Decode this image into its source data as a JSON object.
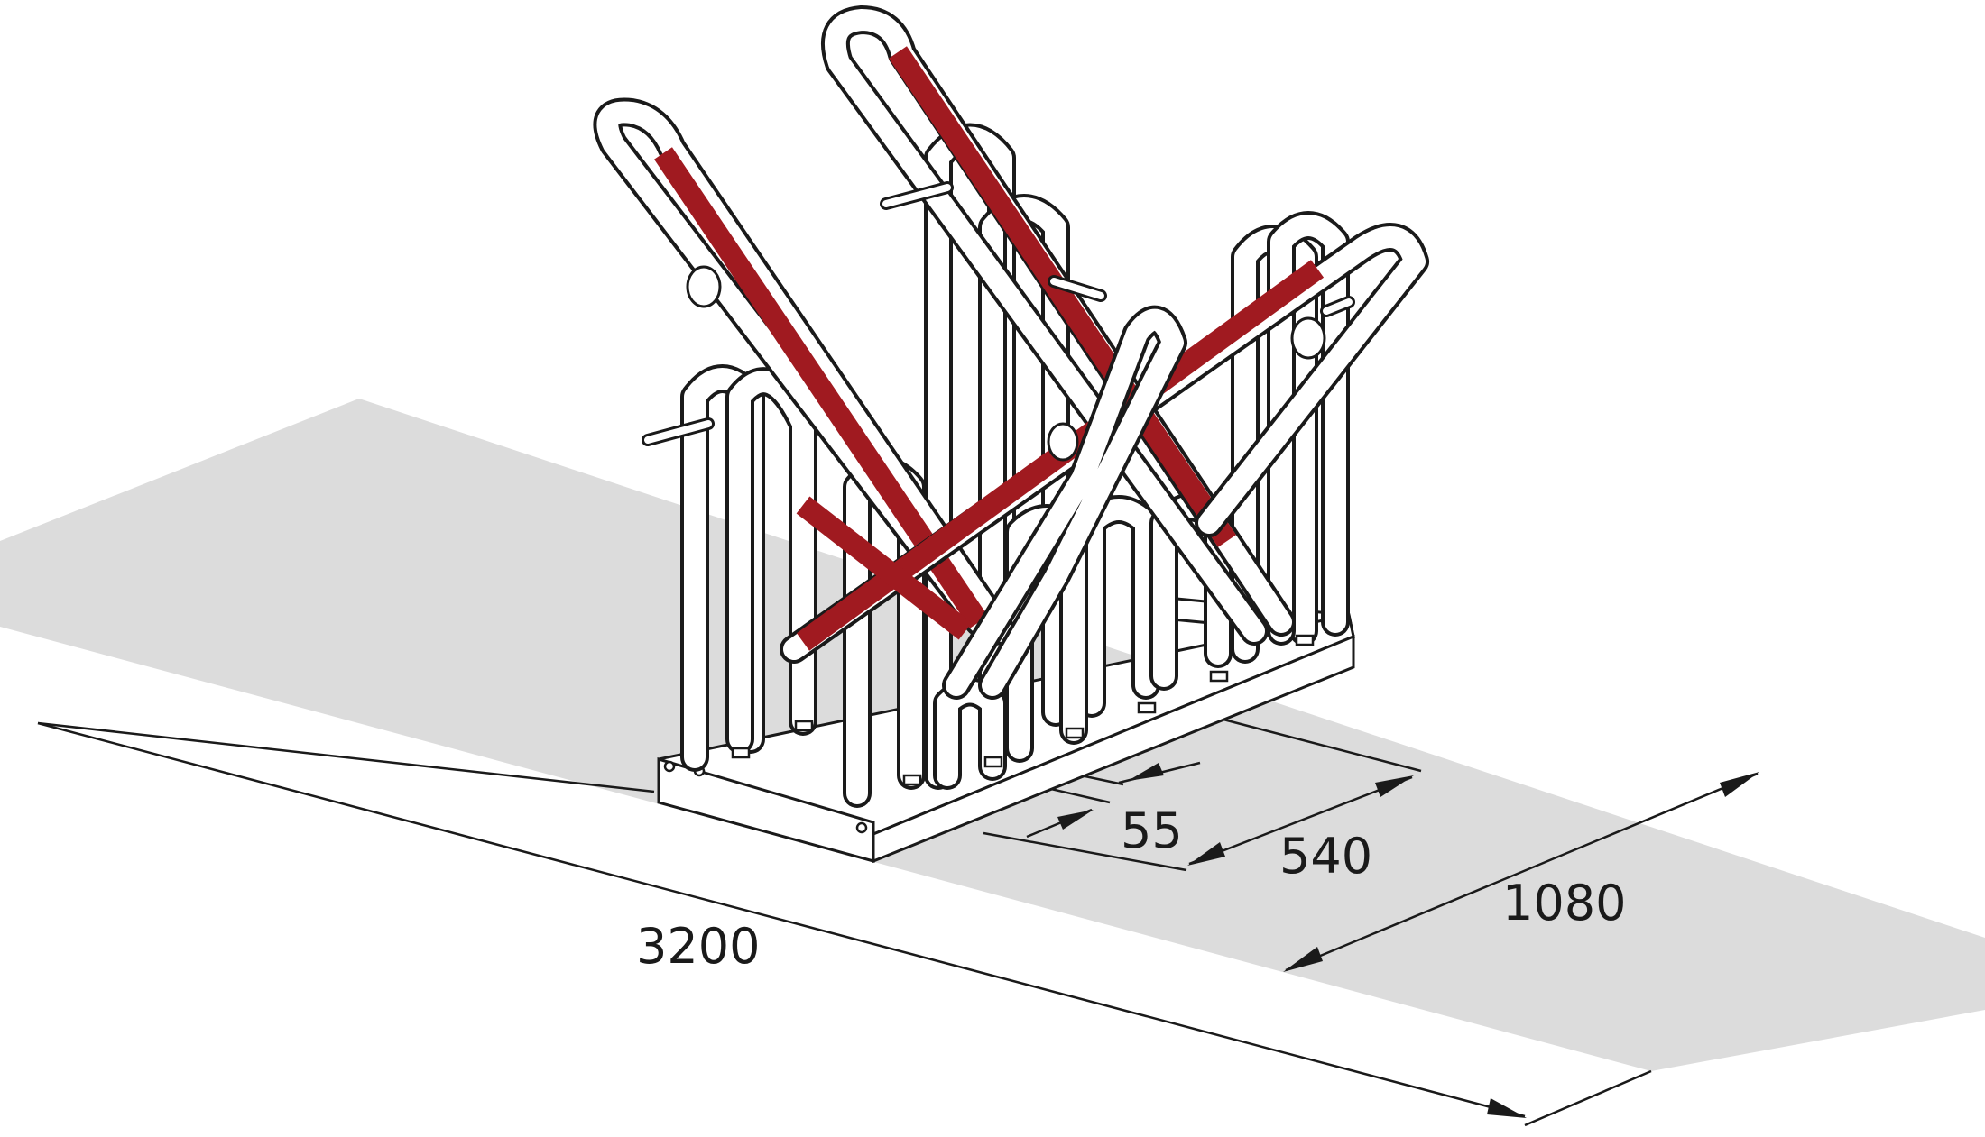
{
  "colors": {
    "floor": "#dcdcdc",
    "line": "#1a1a1a",
    "tube_accent": "#a01a20",
    "tube_fill": "#ffffff",
    "background": "#ffffff"
  },
  "dimensions": {
    "length": "3200",
    "depth": "1080",
    "spacing": "540",
    "offset": "55"
  }
}
